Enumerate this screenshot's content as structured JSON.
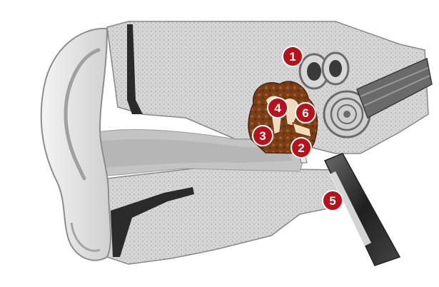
{
  "diagram": {
    "colors": {
      "background": "#ffffff",
      "bone": "#d4d4d4",
      "bone_dark": "#9a9a9a",
      "skin": "#e6e6e6",
      "canal": "#bdbdbd",
      "dark_tube": "#2a2a2a",
      "middle_ear": "#8a4b1e",
      "ossicle": "#f1dfc2",
      "marker": "#b5121b",
      "marker_text": "#ffffff"
    },
    "markers": [
      {
        "id": "1",
        "label": "1"
      },
      {
        "id": "2",
        "label": "2"
      },
      {
        "id": "3",
        "label": "3"
      },
      {
        "id": "4",
        "label": "4"
      },
      {
        "id": "5",
        "label": "5"
      },
      {
        "id": "6",
        "label": "6"
      }
    ]
  }
}
